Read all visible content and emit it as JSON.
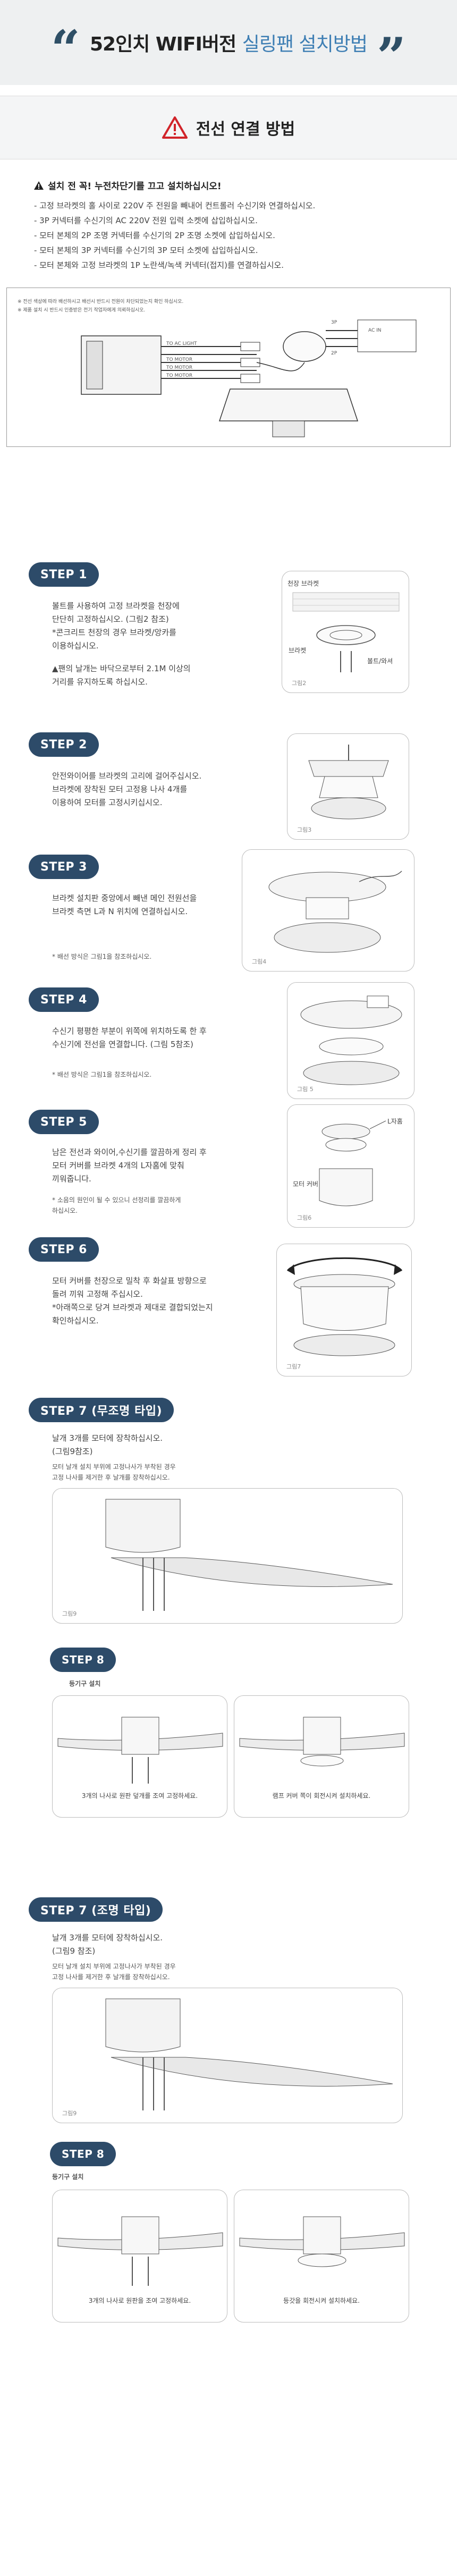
{
  "header": {
    "quote_open": "“",
    "quote_close": "”",
    "title_main": "52인치 WIFI버전",
    "title_accent": "실링팬 설치방법"
  },
  "banner": {
    "title": "전선 연결 방법"
  },
  "notes": {
    "heading": "설치 전 꼭! 누전차단기를 끄고 설치하십시오!",
    "items": [
      "- 고정 브라켓의 홀 사이로 220V 주 전원을 빼내어 컨트롤러 수신기와 연결하십시오.",
      "- 3P 커넥터를 수신기의 AC 220V 전원 입력 소켓에 삽입하십시오.",
      "- 모터 본체의 2P 조명 커넥터를 수신기의 2P 조명 소켓에 삽입하십시오.",
      "- 모터 본체의 3P 커넥터를 수신기의 3P 모터 소켓에 삽입하십시오.",
      "- 모터 본체와 고정 브라켓의 1P 노란색/녹색 커넥터(접지)를 연결하십시오."
    ]
  },
  "wiring": {
    "note1": "※ 전선 색상에 따라 배선하시고 배선시 반드시 전원이 차단되었는지 확인 하십시오.",
    "note2": "※ 제품 설치 시 반드시 인증받은 전기 작업자에게 의뢰하십시오.",
    "labels": [
      "TO AC LIGHT",
      "TO MOTOR",
      "TO MOTOR",
      "TO MOTOR",
      "AC IN",
      "3P",
      "2P"
    ]
  },
  "steps": {
    "s1": {
      "label": "STEP 1",
      "text": [
        "볼트를 사용하여 고정 브라켓을 천장에",
        "단단히 고정하십시오. (그림2 참조)",
        "*콘크리트 천장의 경우 브라켓/앙카를",
        "이용하십시오."
      ],
      "warn": [
        "▲팬의 날개는 바닥으로부터 2.1M 이상의",
        "거리를 유지하도록 하십시오."
      ],
      "callouts": {
        "ceiling": "천장 브라켓",
        "bracket": "브라켓",
        "bolt": "볼트/와셔"
      },
      "fig": "그림2"
    },
    "s2": {
      "label": "STEP 2",
      "text": [
        "안전와이어를 브라켓의 고리에 걸어주십시오.",
        "브라켓에 장착된 모터 고정용 나사 4개를",
        "이용하여 모터를 고정시키십시오."
      ],
      "fig": "그림3"
    },
    "s3": {
      "label": "STEP 3",
      "text": [
        "브라켓 설치판 중앙에서 빼낸 메인 전원선을",
        "브라켓 측면 L과 N 위치에 연결하십시오."
      ],
      "note": "* 배선 방식은 그림1을 참조하십시오.",
      "fig": "그림4"
    },
    "s4": {
      "label": "STEP 4",
      "text": [
        "수신기 평평한 부분이 위쪽에 위치하도록 한 후",
        "수신기에 전선을 연결합니다. (그림 5참조)"
      ],
      "note": "* 배선 방식은 그림1을 참조하십시오.",
      "fig": "그림 5"
    },
    "s5": {
      "label": "STEP 5",
      "text": [
        "남은 전선과 와이어,수신기를 깔끔하게 정리 후",
        "모터 커버를 브라켓 4개의 L자홈에 맞춰",
        "끼워줍니다."
      ],
      "note": [
        "* 소음의 원인이 될 수 있으니 선정리를 깔끔하게",
        "하십시오."
      ],
      "callouts": {
        "lslot": "L자홈",
        "cover": "모터 커버"
      },
      "fig": "그림6"
    },
    "s6": {
      "label": "STEP 6",
      "text": [
        "모터 커버를 천장으로 밀착 후 화살표 방향으로",
        "돌려 끼워 고정해 주십시오.",
        "*아래쪽으로 당겨 브라켓과 제대로 결합되었는지",
        "확인하십시오."
      ],
      "fig": "그림7"
    },
    "s7a": {
      "label": "STEP 7 (무조명 타입)",
      "text": [
        "날개 3개를 모터에 장착하십시오.",
        "(그림9참조)"
      ],
      "small": [
        "모터 날개 설치 부위에 고정나사가 부착된 경우",
        "고정 나사를 제거한 후 날개를 장착하십시오."
      ],
      "fig": "그림9"
    },
    "s8a": {
      "label": "STEP 8",
      "sub": "등기구 설치",
      "cap1": "3개의 나사로 원판 덮개를 조여 고정하세요.",
      "cap2": "램프 커버 쪽이 회전시켜 설치하세요."
    },
    "s7b": {
      "label": "STEP 7 (조명 타입)",
      "text": [
        "날개 3개를 모터에 장착하십시오.",
        "(그림9 참조)"
      ],
      "small": [
        "모터 날개 설치 부위에 고정나사가 부착된 경우",
        "고정 나사를 제거한 후 날개를 장착하십시오."
      ],
      "fig": "그림9"
    },
    "s8b": {
      "label": "STEP 8",
      "sub": "등기구 설치",
      "cap1": "3개의 나사로 원판을 조여 고정하세요.",
      "cap2": "등갓을 회전시켜 설치하세요."
    }
  }
}
